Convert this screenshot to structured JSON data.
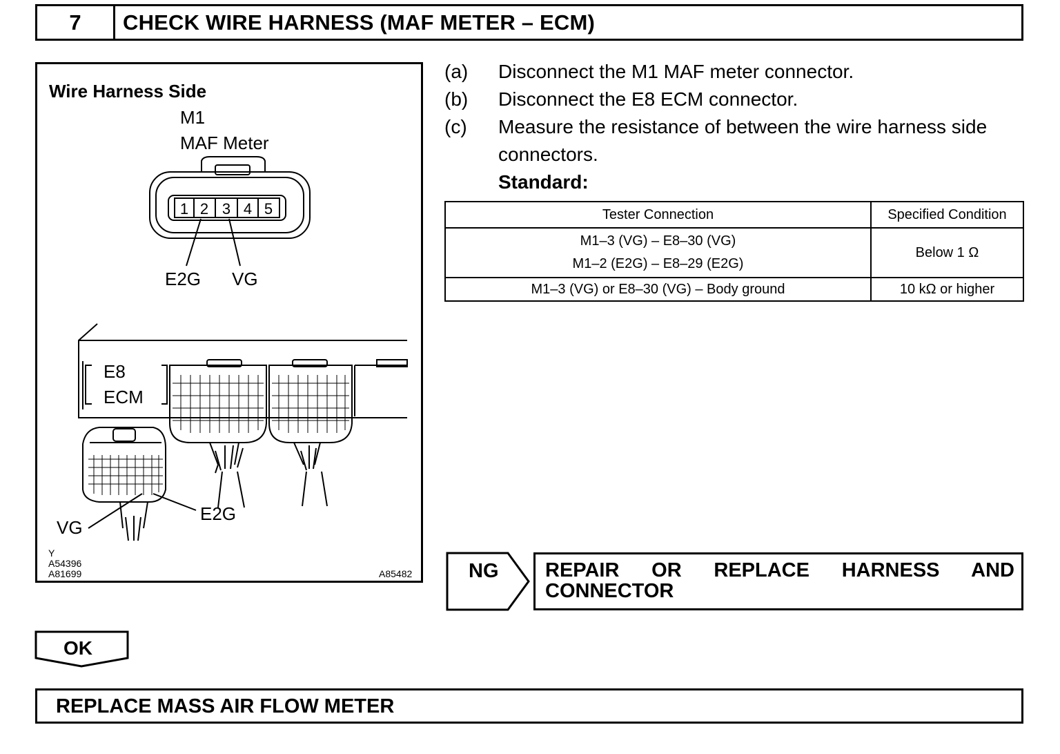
{
  "step": {
    "number": "7",
    "title": "CHECK WIRE HARNESS (MAF METER – ECM)"
  },
  "illustration": {
    "heading": "Wire Harness Side",
    "m1_label": "M1",
    "maf_label": "MAF Meter",
    "pins": [
      "1",
      "2",
      "3",
      "4",
      "5"
    ],
    "maf_e2g": "E2G",
    "maf_vg": "VG",
    "ecm_e8": "E8",
    "ecm_label": "ECM",
    "ecm_e2g": "E2G",
    "ecm_vg": "VG",
    "ref_y": "Y",
    "ref_1": "A54396",
    "ref_2": "A81699",
    "ref_3": "A85482"
  },
  "instructions": [
    {
      "letter": "(a)",
      "text": "Disconnect the M1 MAF meter connector."
    },
    {
      "letter": "(b)",
      "text": "Disconnect the E8 ECM connector."
    },
    {
      "letter": "(c)",
      "text": "Measure the resistance of between the wire harness side",
      "text2": "connectors."
    }
  ],
  "standard_label": "Standard:",
  "table": {
    "headers": [
      "Tester Connection",
      "Specified Condition"
    ],
    "rows": [
      {
        "connection_1": "M1–3 (VG) – E8–30 (VG)",
        "connection_2": "M1–2 (E2G) – E8–29 (E2G)",
        "condition": "Below 1 Ω"
      },
      {
        "connection_1": "M1–3 (VG) or E8–30 (VG) – Body ground",
        "condition": "10 kΩ or higher"
      }
    ]
  },
  "ng": {
    "label": "NG",
    "result": "REPAIR OR REPLACE HARNESS AND CONNECTOR"
  },
  "ok": {
    "label": "OK"
  },
  "final": "REPLACE MASS AIR FLOW METER"
}
